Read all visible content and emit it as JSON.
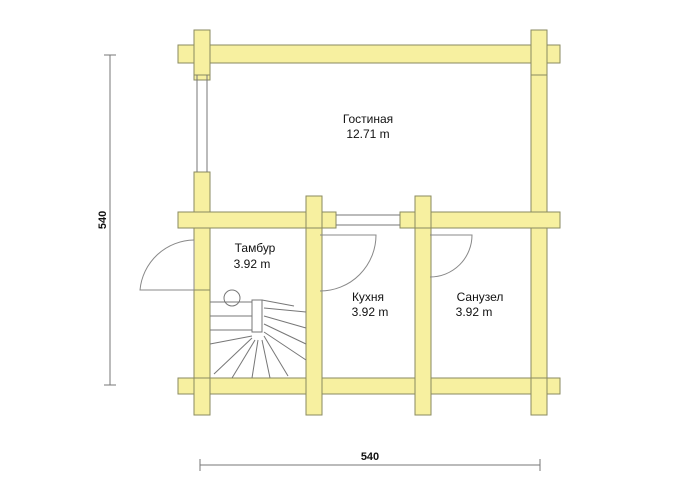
{
  "dimensions": {
    "horizontal": "540",
    "vertical": "540"
  },
  "rooms": {
    "living": {
      "name": "Гостиная",
      "area": "12.71 m"
    },
    "vestibule": {
      "name": "Тамбур",
      "area": "3.92 m"
    },
    "kitchen": {
      "name": "Кухня",
      "area": "3.92 m"
    },
    "bathroom": {
      "name": "Санузел",
      "area": "3.92 m"
    }
  },
  "colors": {
    "wall_fill": "#f7f0a0",
    "wall_stroke": "#8a8a60",
    "line": "#777777",
    "text": "#111111"
  }
}
